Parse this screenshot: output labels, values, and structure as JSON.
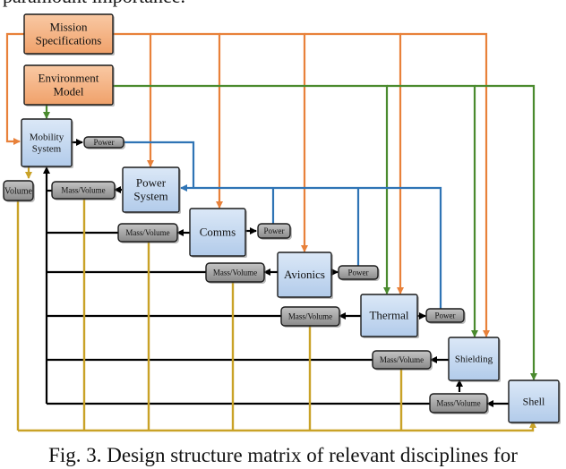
{
  "top_text": "paramount importance.",
  "caption": "Fig. 3. Design structure matrix of relevant disciplines for",
  "colors": {
    "orange": "#e8813a",
    "green": "#4a8a2e",
    "blue": "#2f74b5",
    "gold": "#c9a227",
    "black": "#000000",
    "box_orange": "#f4b183",
    "box_blue": "#c5d9f1",
    "box_gray": "#9a9a9a"
  },
  "boxes": {
    "mission": {
      "lines": [
        "Mission",
        "Specifications"
      ]
    },
    "environment": {
      "lines": [
        "Environment",
        "Model"
      ]
    },
    "mobility": {
      "lines": [
        "Mobility",
        "System"
      ]
    },
    "power_system": {
      "lines": [
        "Power",
        "System"
      ]
    },
    "comms": {
      "lines": [
        "Comms"
      ]
    },
    "avionics": {
      "lines": [
        "Avionics"
      ]
    },
    "thermal": {
      "lines": [
        "Thermal"
      ]
    },
    "shielding": {
      "lines": [
        "Shielding"
      ]
    },
    "shell": {
      "lines": [
        "Shell"
      ]
    }
  },
  "tags": {
    "power_mobility": "Power",
    "volume_mobility": "Volume",
    "massvol_power": "Mass/Volume",
    "massvol_comms": "Mass/Volume",
    "power_comms": "Power",
    "massvol_avionics": "Mass/Volume",
    "power_avionics": "Power",
    "massvol_thermal": "Mass/Volume",
    "power_thermal": "Power",
    "massvol_shielding": "Mass/Volume",
    "massvol_shell": "Mass/Volume"
  }
}
